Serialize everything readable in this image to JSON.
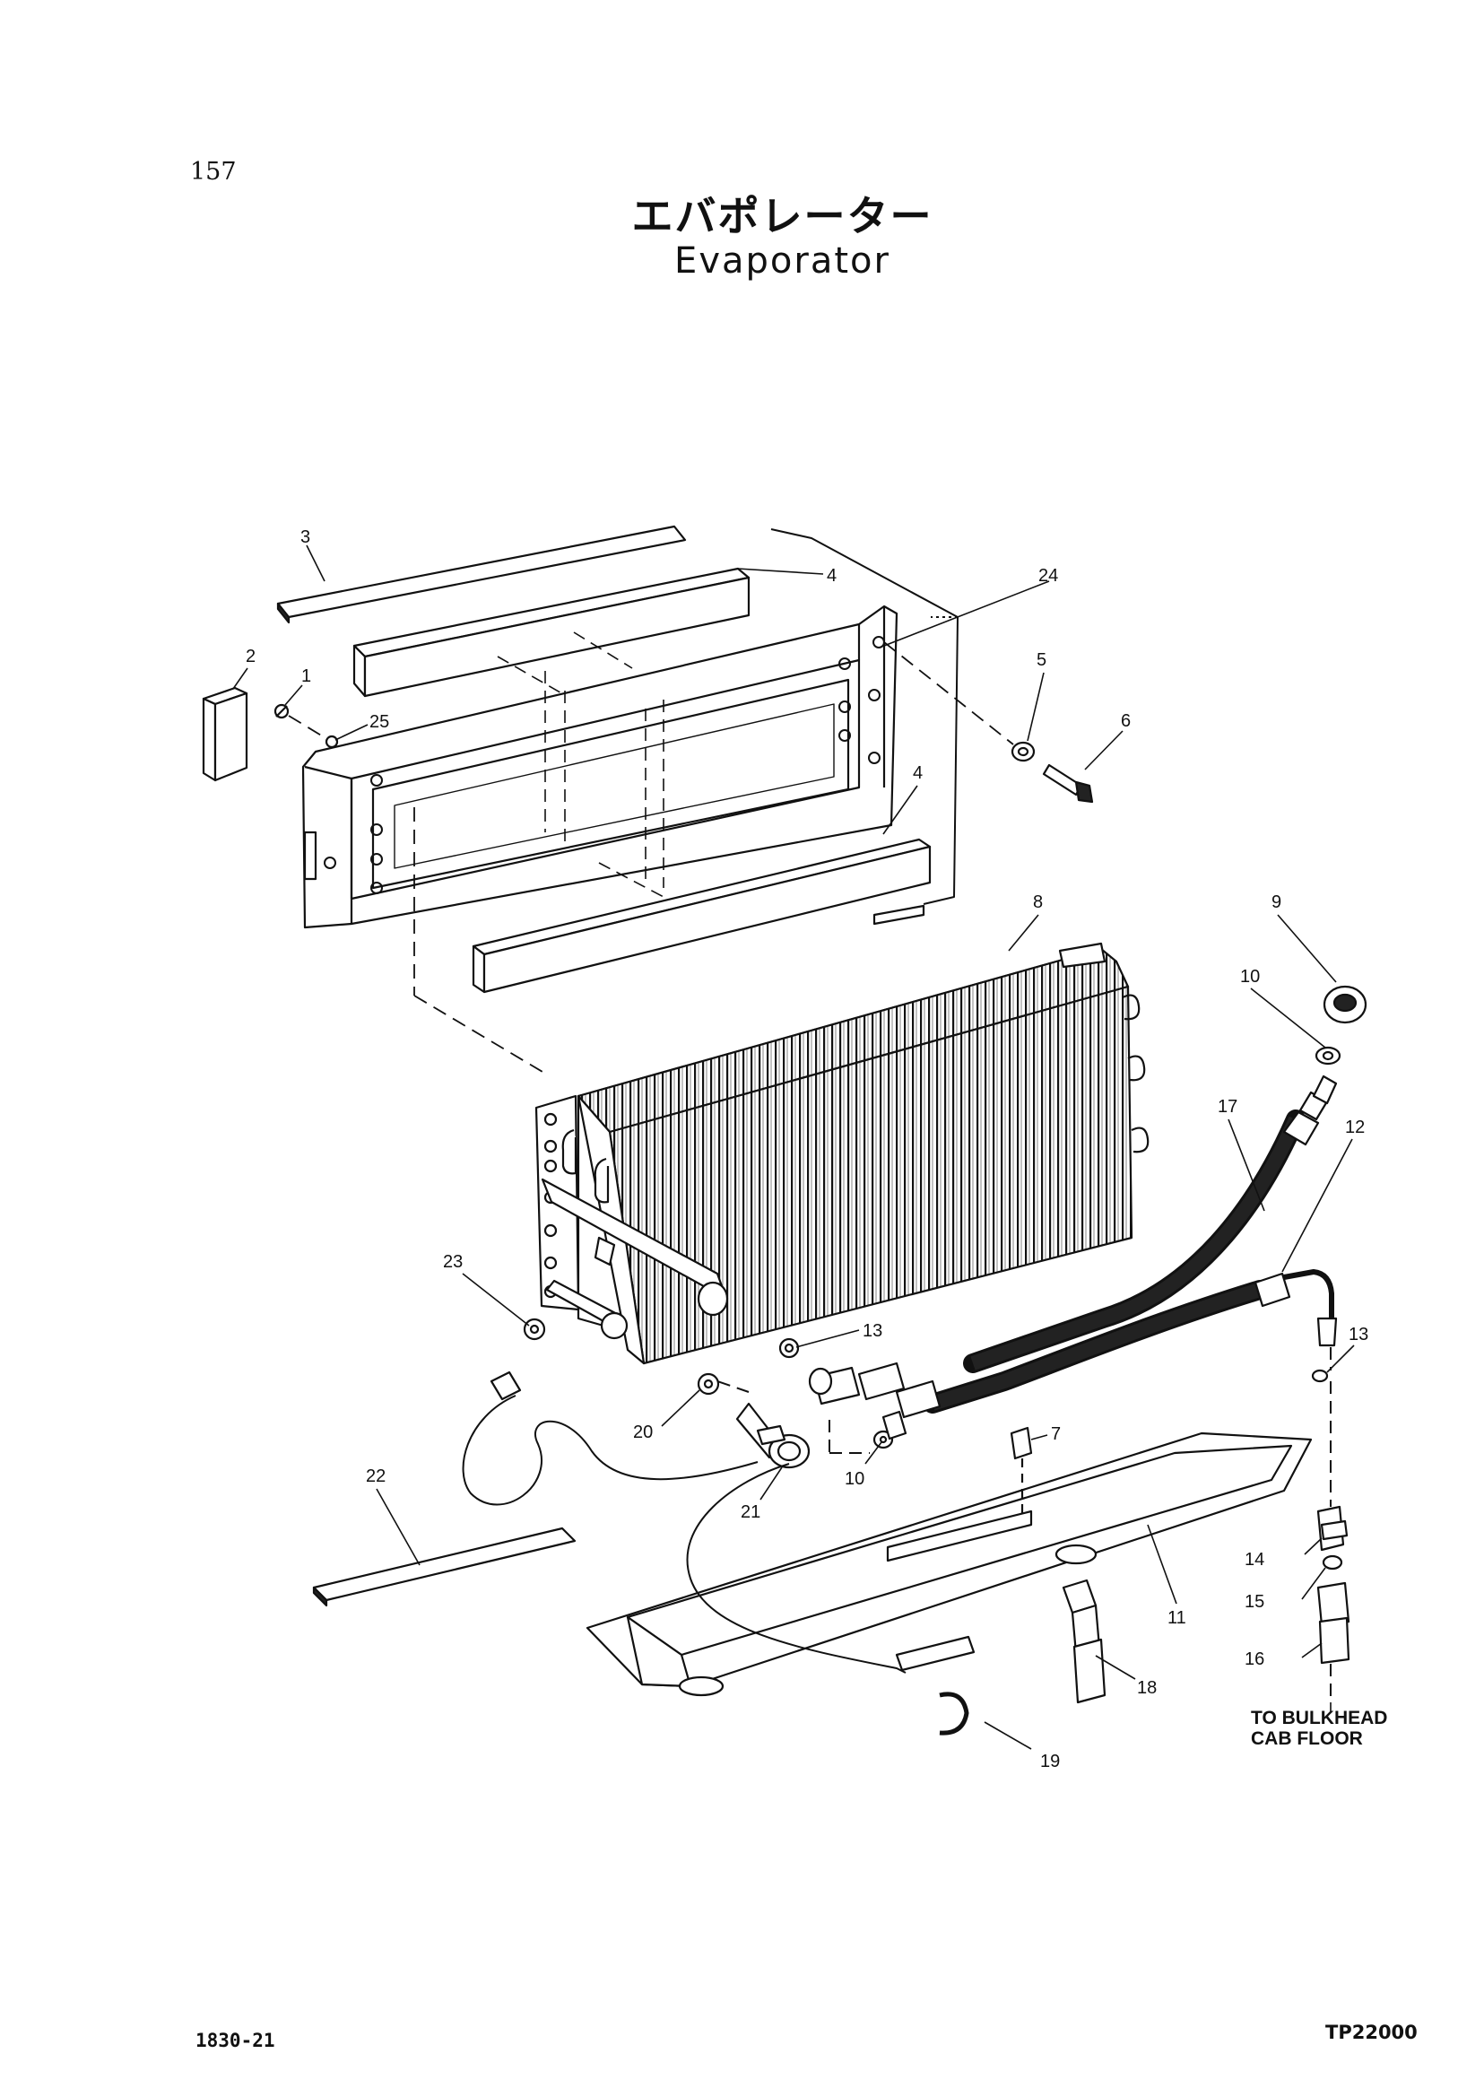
{
  "page": {
    "number": "157",
    "title_jp": "エバポレーター",
    "title_en": "Evaporator",
    "footer_left": "1830-21",
    "footer_right": "TP22000"
  },
  "diagram": {
    "callouts": [
      "1",
      "2",
      "3",
      "4",
      "4",
      "5",
      "6",
      "7",
      "8",
      "9",
      "10",
      "10",
      "11",
      "12",
      "13",
      "13",
      "14",
      "15",
      "16",
      "17",
      "18",
      "19",
      "20",
      "21",
      "22",
      "23",
      "24",
      "25"
    ],
    "note_line1": "TO BULKHEAD",
    "note_line2": "CAB FLOOR"
  }
}
